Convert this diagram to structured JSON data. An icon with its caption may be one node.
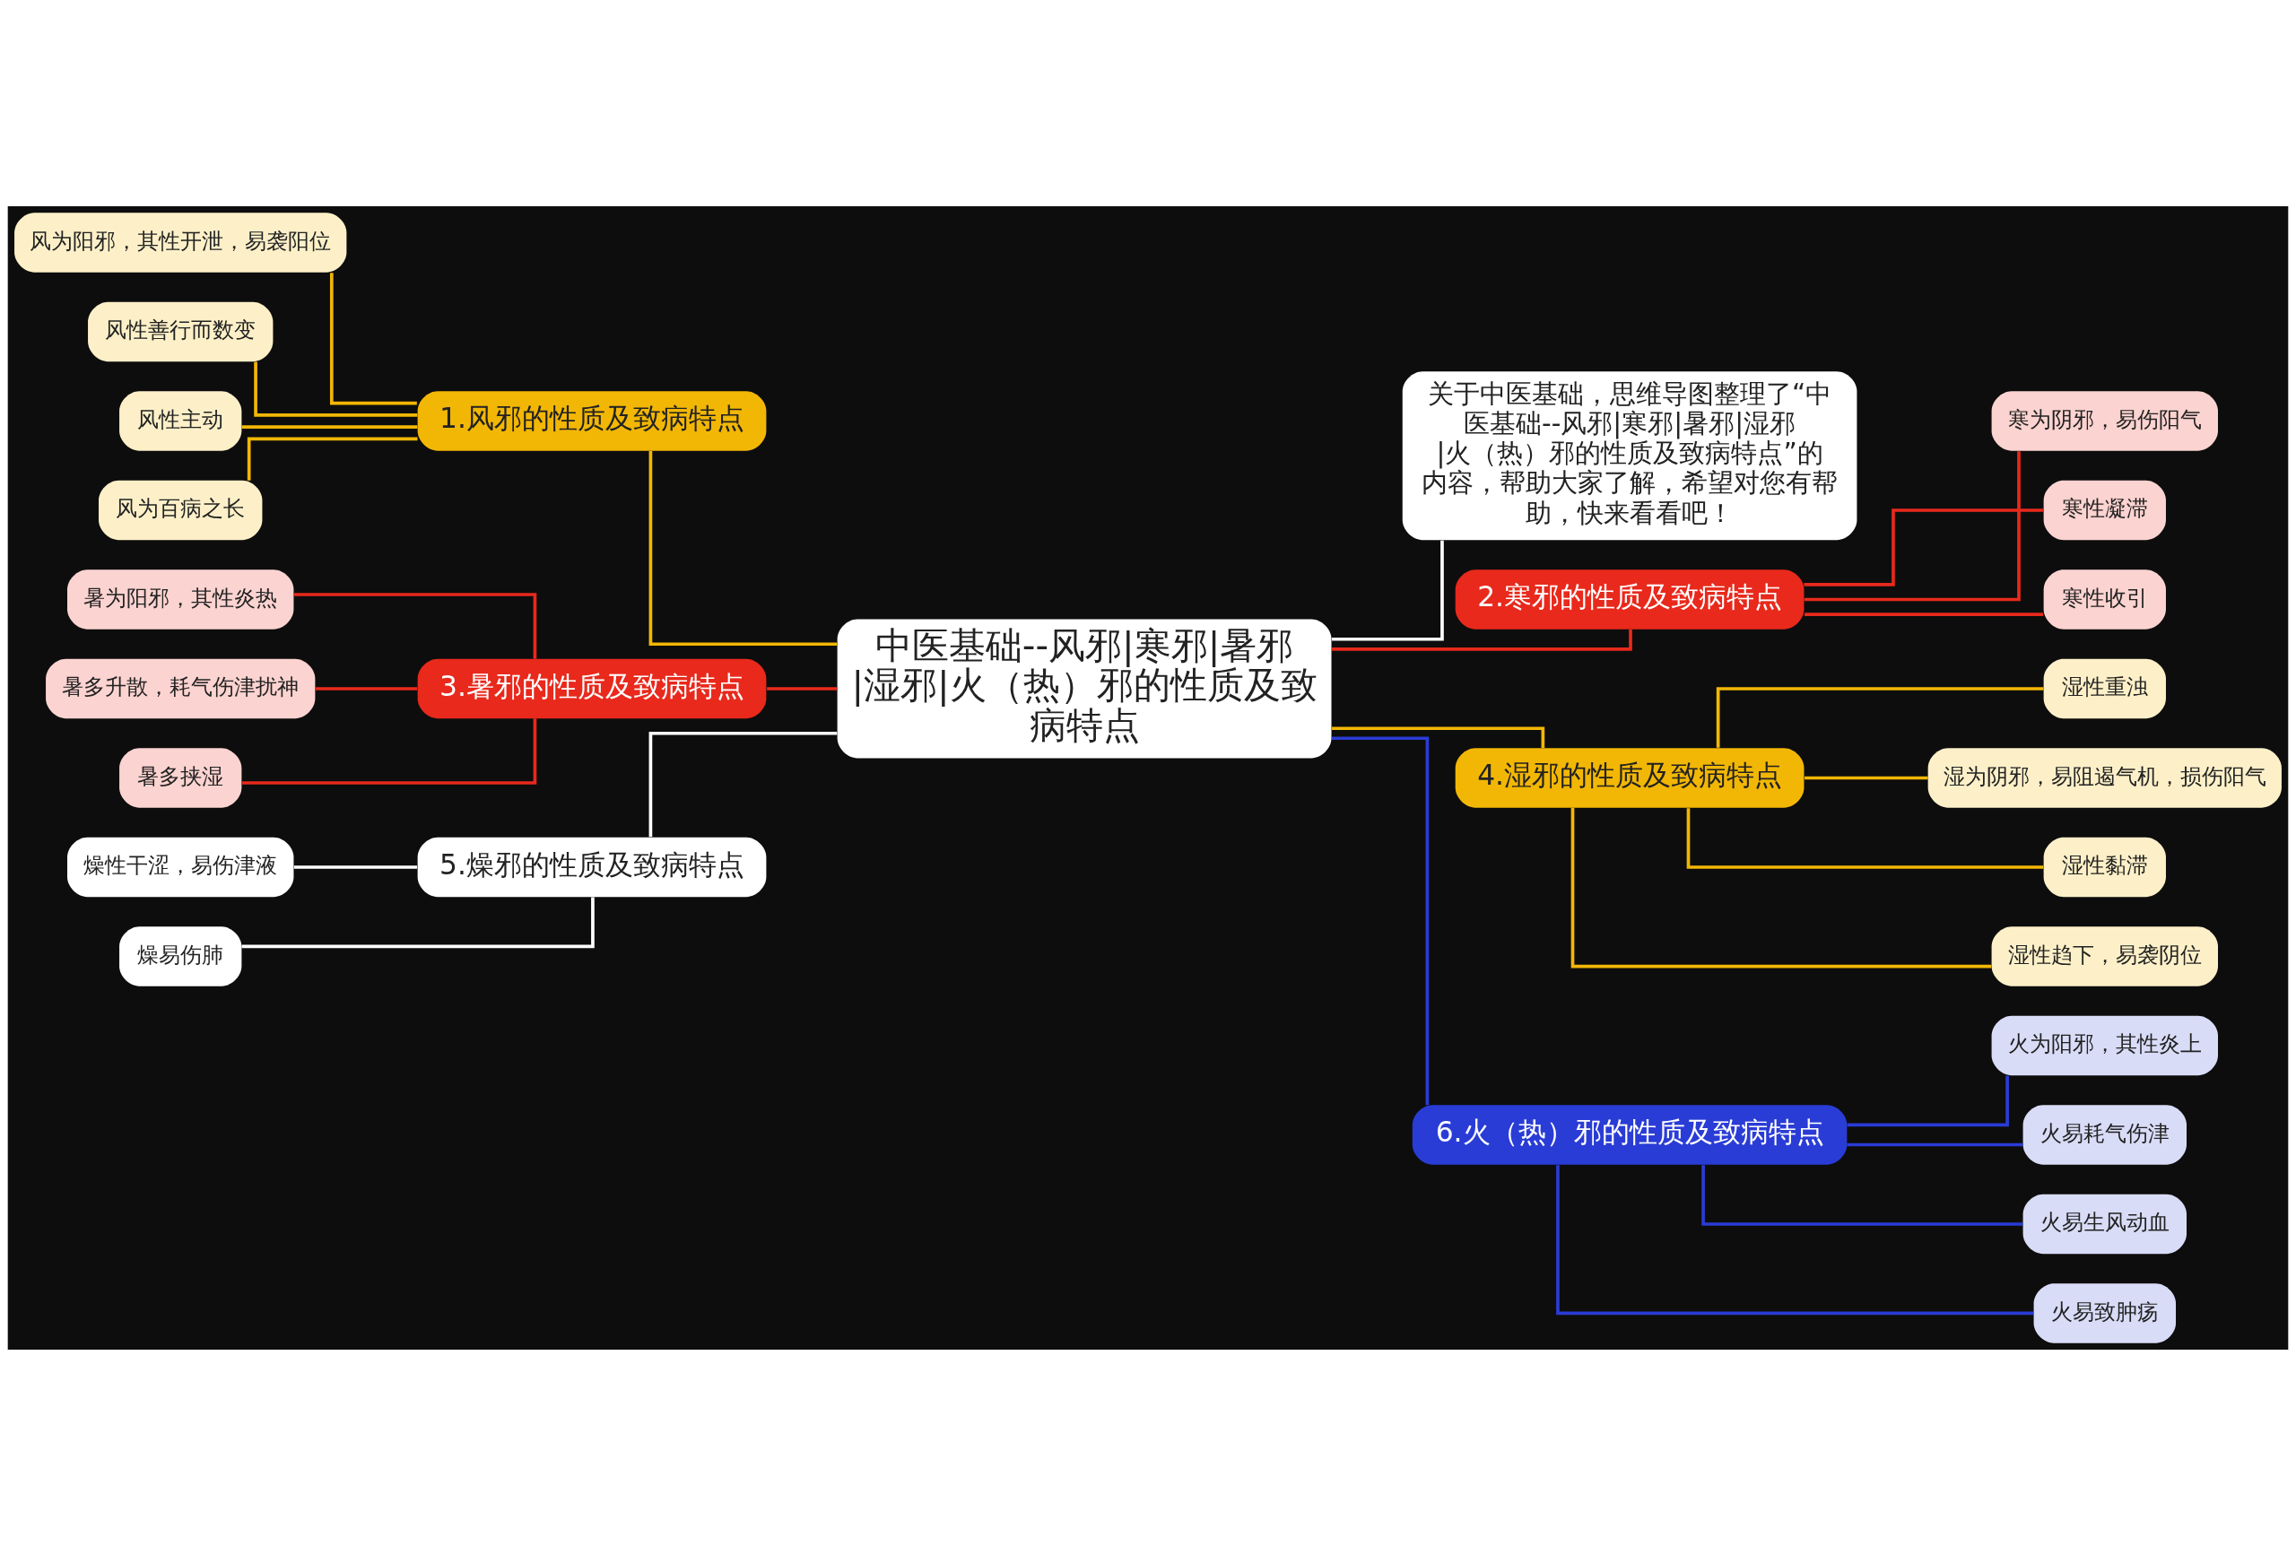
{
  "diagram": {
    "nodes": [
      {
        "text": [
          "中医基础--风邪|寒邪|暑邪|湿邪|火（热）邪的性质及致病特点"
        ]
      },
      {
        "text": [
          "关于中医基础，思维导图整理了“中医基础--风邪|寒邪|暑邪|湿邪|火（热）邪的性质及致病特点”的内容，帮助大家了解，希望对您有帮助，快来看看吧！"
        ]
      },
      {
        "text": [
          "1.风邪的性质及致病特点"
        ]
      },
      {
        "text": [
          "风为阳邪，其性开泄，易袭阳位"
        ]
      },
      {
        "text": [
          "风性善行而数变"
        ]
      },
      {
        "text": [
          "风性主动"
        ]
      },
      {
        "text": [
          "风为百病之长"
        ]
      },
      {
        "text": [
          "3.暑邪的性质及致病特点"
        ]
      },
      {
        "text": [
          "暑为阳邪，其性炎热"
        ]
      },
      {
        "text": [
          "暑多升散，耗气伤津扰神"
        ]
      },
      {
        "text": [
          "暑多挟湿"
        ]
      },
      {
        "text": [
          "5.燥邪的性质及致病特点"
        ]
      },
      {
        "text": [
          "燥性干涩，易伤津液"
        ]
      },
      {
        "text": [
          "燥易伤肺"
        ]
      },
      {
        "text": [
          "2.寒邪的性质及致病特点"
        ]
      },
      {
        "text": [
          "寒为阴邪，易伤阳气"
        ]
      },
      {
        "text": [
          "寒性凝滞"
        ]
      },
      {
        "text": [
          "寒性收引"
        ]
      },
      {
        "text": [
          "4.湿邪的性质及致病特点"
        ]
      },
      {
        "text": [
          "湿性重浊"
        ]
      },
      {
        "text": [
          "湿为阴邪，易阻遏气机，损伤阳气"
        ]
      },
      {
        "text": [
          "湿性黏滞"
        ]
      },
      {
        "text": [
          "湿性趋下，易袭阴位"
        ]
      },
      {
        "text": [
          "6.火（热）邪的性质及致病特点"
        ]
      },
      {
        "text": [
          "火为阳邪，其性炎上"
        ]
      },
      {
        "text": [
          "火易耗气伤津"
        ]
      },
      {
        "text": [
          "火易生风动血"
        ]
      },
      {
        "text": [
          "火易致肿疡"
        ]
      }
    ],
    "edges": [
      {
        "from": 0,
        "to": 2,
        "arrow": "none",
        "color": "#f2b705"
      },
      {
        "from": 2,
        "to": 3,
        "arrow": "none",
        "color": "#f2b705"
      },
      {
        "from": 2,
        "to": 4,
        "arrow": "none",
        "color": "#f2b705"
      },
      {
        "from": 2,
        "to": 5,
        "arrow": "none",
        "color": "#f2b705"
      },
      {
        "from": 2,
        "to": 6,
        "arrow": "none",
        "color": "#f2b705"
      },
      {
        "from": 0,
        "to": 7,
        "arrow": "none",
        "color": "#e8291c"
      },
      {
        "from": 7,
        "to": 8,
        "arrow": "none",
        "color": "#e8291c"
      },
      {
        "from": 7,
        "to": 9,
        "arrow": "none",
        "color": "#e8291c"
      },
      {
        "from": 7,
        "to": 10,
        "arrow": "none",
        "color": "#e8291c"
      },
      {
        "from": 0,
        "to": 11,
        "arrow": "none",
        "color": "#ffffff"
      },
      {
        "from": 11,
        "to": 12,
        "arrow": "none",
        "color": "#ffffff"
      },
      {
        "from": 11,
        "to": 13,
        "arrow": "none",
        "color": "#ffffff"
      },
      {
        "from": 0,
        "to": 1,
        "arrow": "none",
        "color": "#ffffff"
      },
      {
        "from": 0,
        "to": 14,
        "arrow": "none",
        "color": "#e8291c"
      },
      {
        "from": 14,
        "to": 15,
        "arrow": "none",
        "color": "#e8291c"
      },
      {
        "from": 14,
        "to": 16,
        "arrow": "none",
        "color": "#e8291c"
      },
      {
        "from": 14,
        "to": 17,
        "arrow": "none",
        "color": "#e8291c"
      },
      {
        "from": 0,
        "to": 18,
        "arrow": "none",
        "color": "#f2b705"
      },
      {
        "from": 18,
        "to": 19,
        "arrow": "none",
        "color": "#f2b705"
      },
      {
        "from": 18,
        "to": 20,
        "arrow": "none",
        "color": "#f2b705"
      },
      {
        "from": 18,
        "to": 21,
        "arrow": "none",
        "color": "#f2b705"
      },
      {
        "from": 18,
        "to": 22,
        "arrow": "none",
        "color": "#f2b705"
      },
      {
        "from": 0,
        "to": 23,
        "arrow": "none",
        "color": "#2a3cd6"
      },
      {
        "from": 23,
        "to": 24,
        "arrow": "none",
        "color": "#2a3cd6"
      },
      {
        "from": 23,
        "to": 25,
        "arrow": "none",
        "color": "#2a3cd6"
      },
      {
        "from": 23,
        "to": 26,
        "arrow": "none",
        "color": "#2a3cd6"
      },
      {
        "from": 23,
        "to": 27,
        "arrow": "none",
        "color": "#2a3cd6"
      }
    ]
  }
}
